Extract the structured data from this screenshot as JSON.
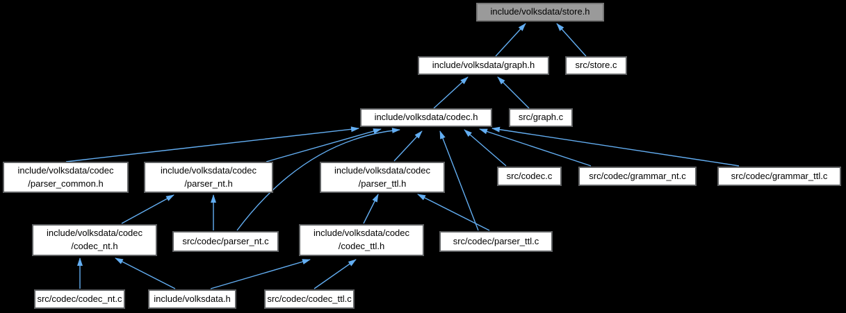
{
  "graph": {
    "type": "include-dependency-graph",
    "highlighted_node": "include/volksdata/store.h",
    "nodes": [
      {
        "id": "store_h",
        "label": "include/volksdata/store.h",
        "variant": "highlight"
      },
      {
        "id": "graph_h",
        "label": "include/volksdata/graph.h",
        "variant": "normal"
      },
      {
        "id": "store_c",
        "label": "src/store.c",
        "variant": "normal"
      },
      {
        "id": "codec_h",
        "label": "include/volksdata/codec.h",
        "variant": "normal"
      },
      {
        "id": "graph_c",
        "label": "src/graph.c",
        "variant": "normal"
      },
      {
        "id": "parser_common_h",
        "label": "include/volksdata/codec\n/parser_common.h",
        "variant": "normal"
      },
      {
        "id": "parser_nt_h",
        "label": "include/volksdata/codec\n/parser_nt.h",
        "variant": "normal"
      },
      {
        "id": "parser_ttl_h",
        "label": "include/volksdata/codec\n/parser_ttl.h",
        "variant": "normal"
      },
      {
        "id": "codec_c",
        "label": "src/codec.c",
        "variant": "normal"
      },
      {
        "id": "grammar_nt_c",
        "label": "src/codec/grammar_nt.c",
        "variant": "normal"
      },
      {
        "id": "grammar_ttl_c",
        "label": "src/codec/grammar_ttl.c",
        "variant": "normal"
      },
      {
        "id": "codec_nt_h",
        "label": "include/volksdata/codec\n/codec_nt.h",
        "variant": "normal"
      },
      {
        "id": "parser_nt_c",
        "label": "src/codec/parser_nt.c",
        "variant": "normal"
      },
      {
        "id": "codec_ttl_h",
        "label": "include/volksdata/codec\n/codec_ttl.h",
        "variant": "normal"
      },
      {
        "id": "parser_ttl_c",
        "label": "src/codec/parser_ttl.c",
        "variant": "normal"
      },
      {
        "id": "codec_nt_c",
        "label": "src/codec/codec_nt.c",
        "variant": "normal"
      },
      {
        "id": "volksdata_h",
        "label": "include/volksdata.h",
        "variant": "normal"
      },
      {
        "id": "codec_ttl_c",
        "label": "src/codec/codec_ttl.c",
        "variant": "normal"
      }
    ],
    "edges": [
      {
        "from": "graph_h",
        "to": "store_h"
      },
      {
        "from": "store_c",
        "to": "store_h"
      },
      {
        "from": "codec_h",
        "to": "graph_h"
      },
      {
        "from": "graph_c",
        "to": "graph_h"
      },
      {
        "from": "parser_common_h",
        "to": "codec_h"
      },
      {
        "from": "parser_nt_h",
        "to": "codec_h"
      },
      {
        "from": "parser_nt_c",
        "to": "codec_h"
      },
      {
        "from": "parser_ttl_h",
        "to": "codec_h"
      },
      {
        "from": "parser_ttl_c",
        "to": "codec_h"
      },
      {
        "from": "codec_c",
        "to": "codec_h"
      },
      {
        "from": "grammar_nt_c",
        "to": "codec_h"
      },
      {
        "from": "grammar_ttl_c",
        "to": "codec_h"
      },
      {
        "from": "codec_nt_h",
        "to": "parser_nt_h"
      },
      {
        "from": "parser_nt_c",
        "to": "parser_nt_h"
      },
      {
        "from": "codec_ttl_h",
        "to": "parser_ttl_h"
      },
      {
        "from": "parser_ttl_c",
        "to": "parser_ttl_h"
      },
      {
        "from": "codec_nt_c",
        "to": "codec_nt_h"
      },
      {
        "from": "volksdata_h",
        "to": "codec_nt_h"
      },
      {
        "from": "volksdata_h",
        "to": "codec_ttl_h"
      },
      {
        "from": "codec_ttl_c",
        "to": "codec_ttl_h"
      }
    ]
  },
  "colors": {
    "background": "#000000",
    "node_fill": "#ffffff",
    "node_border": "#5f6163",
    "highlight_fill": "#9a9a9a",
    "highlight_border": "#767676",
    "arrow": "#63aef2",
    "text": "#000000"
  }
}
